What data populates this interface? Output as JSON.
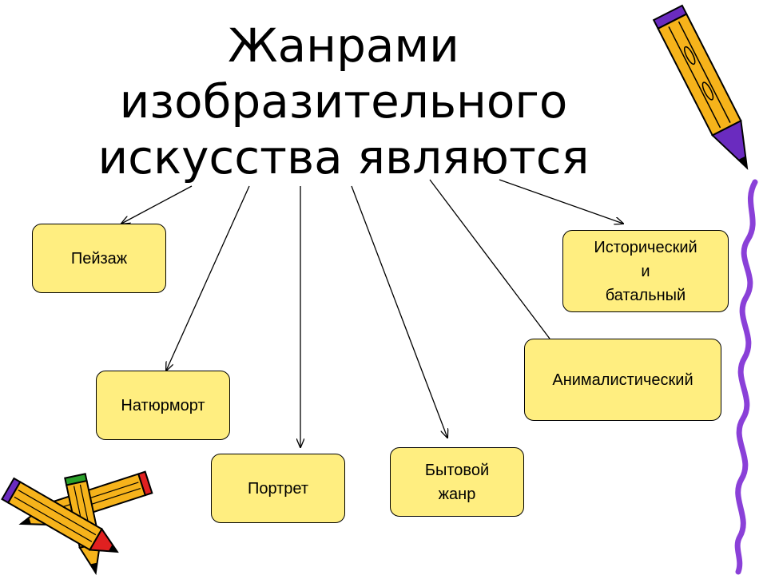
{
  "title": {
    "line1": "Жанрами",
    "line2": "изобразительного",
    "line3": "искусства являются"
  },
  "genres": {
    "landscape": "Пейзаж",
    "still_life": "Натюрморт",
    "portrait": "Портрет",
    "everyday_line1": "Бытовой",
    "everyday_line2": "жанр",
    "animal": "Анималистический",
    "historical_line1": "Исторический",
    "historical_line2": "и",
    "historical_line3": "батальный"
  },
  "colors": {
    "box_fill": "#ffee80",
    "pencil_yellow": "#f6b31b",
    "pencil_purple": "#6a2bbf",
    "pencil_red": "#e02020",
    "pencil_green": "#2aa02a",
    "ribbon_purple": "#8a40d8"
  },
  "decorations": [
    "pencil-icon",
    "crossed-pencils-icon",
    "purple-ribbon"
  ]
}
